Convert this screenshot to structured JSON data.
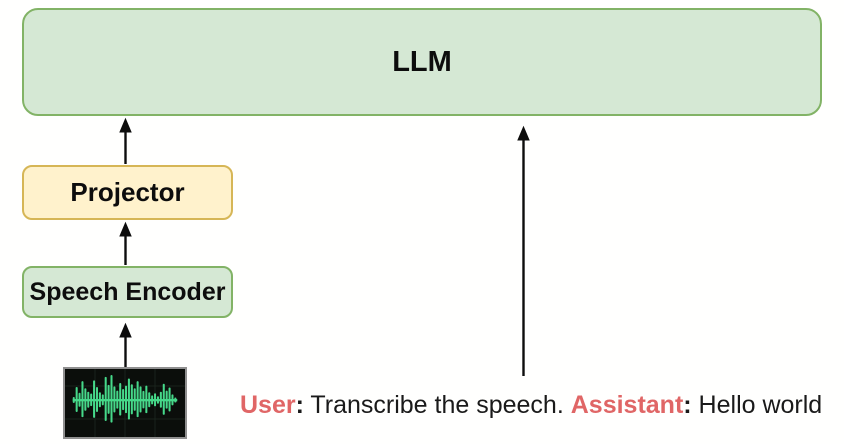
{
  "diagram": {
    "llm": {
      "label": "LLM"
    },
    "projector": {
      "label": "Projector"
    },
    "speech_encoder": {
      "label": "Speech Encoder"
    },
    "caption": {
      "segments": [
        {
          "text": "User",
          "role": "speaker-user"
        },
        {
          "text": ":",
          "role": "colon"
        },
        {
          "text": " Transcribe the speech. ",
          "role": "plain"
        },
        {
          "text": "Assistant",
          "role": "speaker-assistant"
        },
        {
          "text": ":",
          "role": "colon"
        },
        {
          "text": " Hello world",
          "role": "plain"
        }
      ]
    },
    "colors": {
      "green_fill": "#d5e8d4",
      "green_border": "#82b366",
      "yellow_fill": "#fff2cc",
      "yellow_border": "#d6b656",
      "speaker_red": "#e06666",
      "arrow_black": "#0d0d0d",
      "waveform_green": "#46d98a",
      "waveform_bg": "#0b0e0b"
    },
    "waveform": {
      "description": "audio-waveform",
      "amplitudes": [
        0.12,
        0.5,
        0.28,
        0.72,
        0.45,
        0.32,
        0.25,
        0.75,
        0.5,
        0.3,
        0.22,
        0.88,
        0.58,
        0.95,
        0.52,
        0.36,
        0.65,
        0.42,
        0.55,
        0.82,
        0.6,
        0.45,
        0.72,
        0.52,
        0.35,
        0.55,
        0.3,
        0.18,
        0.26,
        0.15,
        0.32,
        0.62,
        0.36,
        0.48,
        0.22,
        0.1
      ]
    }
  }
}
